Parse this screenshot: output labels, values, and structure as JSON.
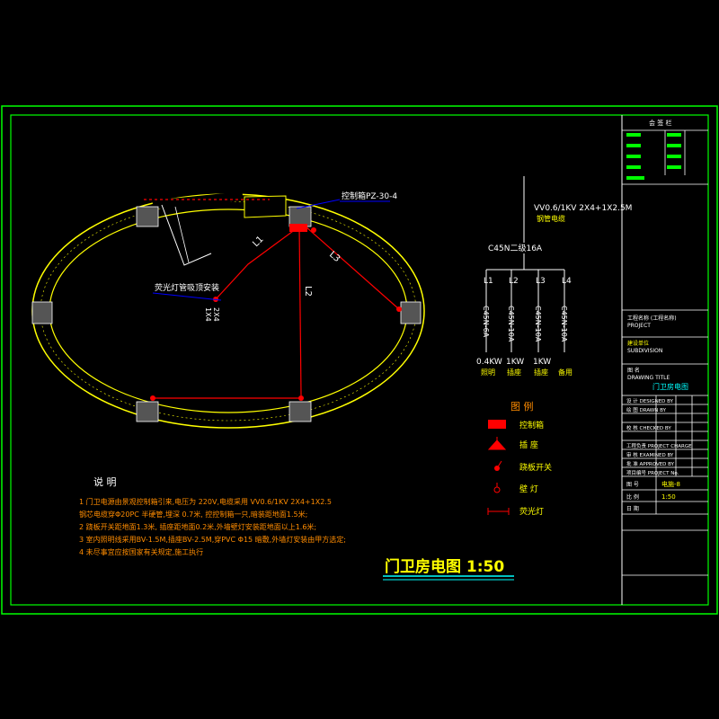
{
  "colors": {
    "background": "#000000",
    "frame": "#00ff00",
    "wall": "#ffff00",
    "wire": "#ff0000",
    "leader": "#0000ff",
    "text_white": "#ffffff",
    "text_orange": "#ff8c00",
    "text_yellow": "#ffff00",
    "text_cyan": "#00ffff"
  },
  "plan": {
    "box_label": "控制箱PZ-30-4",
    "lamp_label": "荧光灯管吸顶安装",
    "wire_note": "2X4\n1X4",
    "circuits": [
      "L1",
      "L2",
      "L3"
    ]
  },
  "system": {
    "cable": "VV0.6/1KV 2X4+1X2.5M",
    "cable_note": "钢管电缆",
    "main_breaker": "C45N二级16A",
    "branches": [
      {
        "id": "L1",
        "breaker": "C45N-6A",
        "load": "0.4KW",
        "use": "照明"
      },
      {
        "id": "L2",
        "breaker": "C45N-10A",
        "load": "1KW",
        "use": "插座"
      },
      {
        "id": "L3",
        "breaker": "C45N-10A",
        "load": "1KW",
        "use": "插座"
      },
      {
        "id": "L4",
        "breaker": "C45N-10A",
        "load": "",
        "use": "备用"
      }
    ]
  },
  "legend": {
    "title": "图 例",
    "items": [
      {
        "label": "控制箱"
      },
      {
        "label": "插 座"
      },
      {
        "label": "跷板开关"
      },
      {
        "label": "壁 灯"
      },
      {
        "label": "荧光灯"
      }
    ]
  },
  "notes": {
    "title": "说 明",
    "lines": [
      "1 门卫电源由景观控制箱引来,电压为 220V,电缆采用 VV0.6/1KV 2X4+1X2.5",
      "  钢芯电缆穿Φ20PC 半硬管,埋深 0.7米, 控控制箱一只,暗装距地面1.5米;",
      "2 跷板开关距地面1.3米, 插座距地面0.2米,外墙壁灯安装距地面以上1.6米;",
      "3 室内照明线采用BV-1.5M,插座BV-2.5M,穿PVC Φ15 暗敷,外墙灯安装由甲方选定;",
      "4 未尽事宜应按国家有关规定,施工执行"
    ]
  },
  "drawing_title": "门卫房电图 1:50",
  "title_block": {
    "top": "会 签 栏",
    "project_label": "工程名称 (工程名称)",
    "project_en": "PROJECT",
    "sub_label": "建设单位",
    "sub_en": "SUBDIVISION",
    "drawing_name_label": "图 名",
    "drawing_name_en": "DRAWING TITLE",
    "drawing_name": "门卫房电图",
    "rows": [
      "设 计  DESIGNED BY",
      "绘 图  DRAWN BY",
      "校 核  CHECKED BY",
      "工程负责  PROJECT CHARGE",
      "审 核  EXAMINED BY",
      "批 准  APPROVED BY",
      "项目编号  PROJECT No."
    ],
    "drawing_no_label": "图 号",
    "drawing_no": "电施-8",
    "scale_label": "比 例",
    "scale": "1:50",
    "date_label": "日 期"
  }
}
